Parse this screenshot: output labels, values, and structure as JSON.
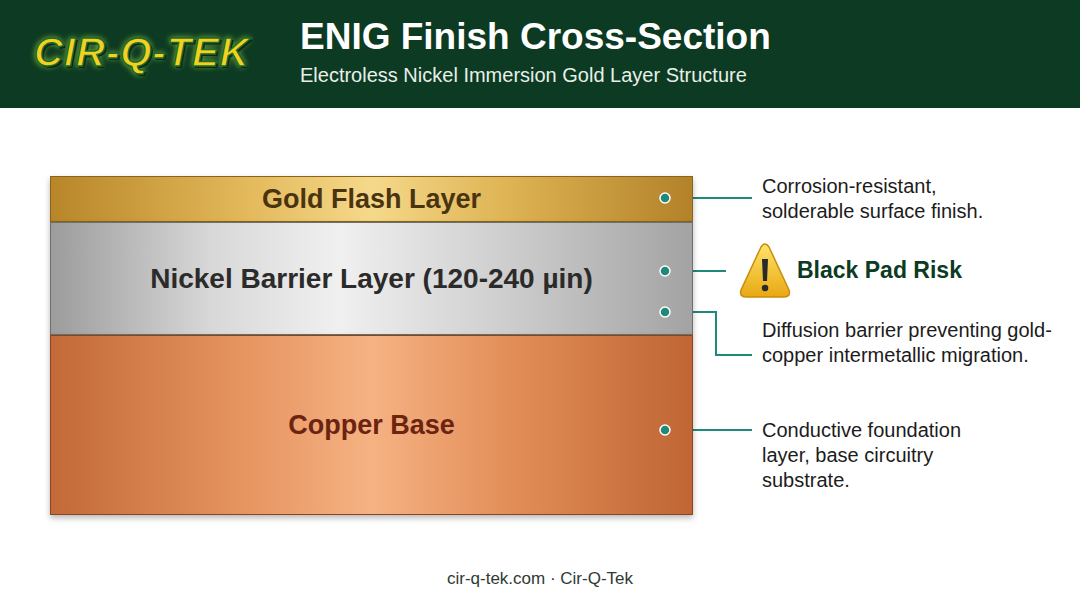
{
  "diagram": {
    "title": "ENIG Finish Cross-Section",
    "caption": "cir-q-tek.com · Cir-Q-Tek",
    "nodes": [
      {
        "text": [
          "Gold Flash Layer"
        ]
      },
      {
        "text": [
          "Nickel Barrier Layer (120-240 µin)"
        ]
      },
      {
        "text": [
          "Copper Base"
        ]
      }
    ],
    "labels": [
      "CIR-Q-TEK",
      "Electroless Nickel Immersion Gold Layer Structure",
      "Corrosion-resistant, solderable surface finish.",
      "Black Pad Risk",
      "Diffusion barrier preventing gold-copper intermetallic migration.",
      "Conductive foundation layer, base circuitry substrate."
    ]
  }
}
